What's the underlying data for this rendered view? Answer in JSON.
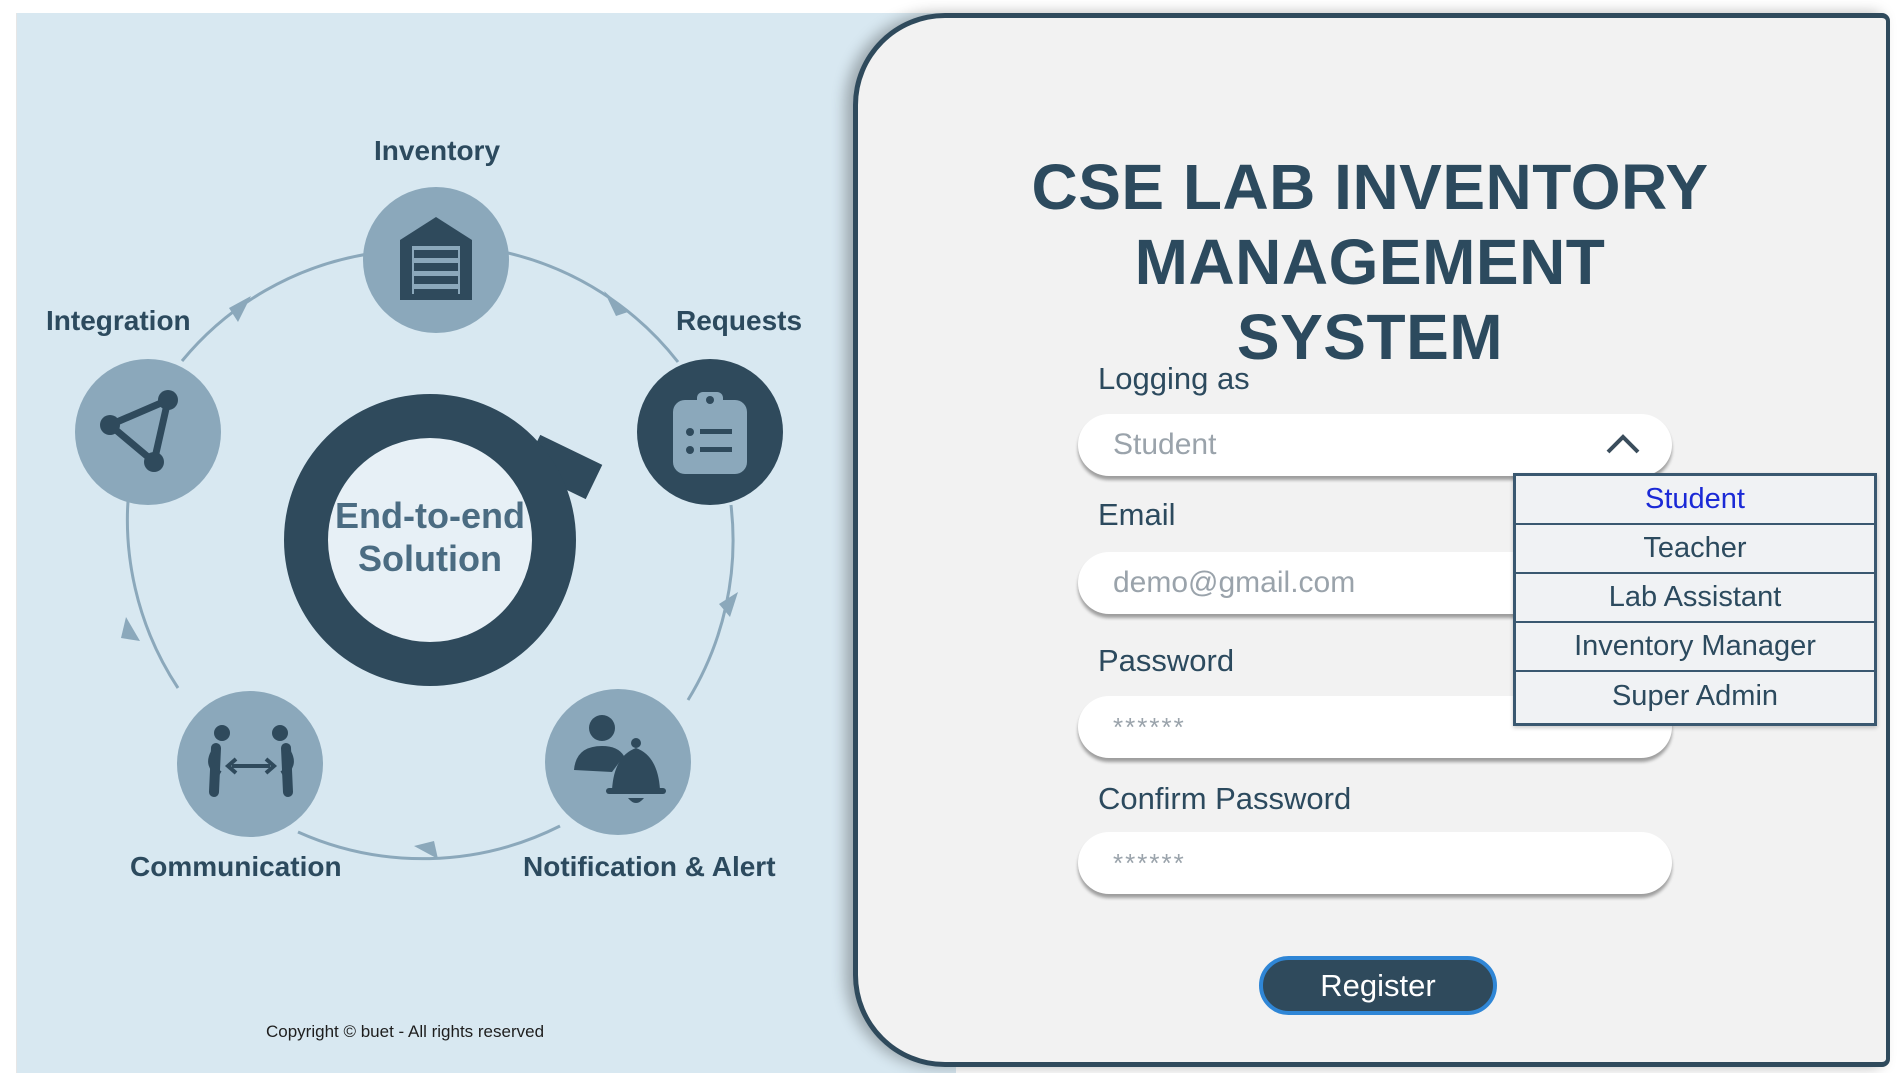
{
  "diagram": {
    "center_line1": "End-to-end",
    "center_line2": "Solution",
    "nodes": {
      "inventory": "Inventory",
      "requests": "Requests",
      "notification": "Notification & Alert",
      "communication": "Communication",
      "integration": "Integration"
    }
  },
  "footer": {
    "copyright": "Copyright © buet - All rights reserved"
  },
  "form": {
    "title_line1": "CSE LAB INVENTORY",
    "title_line2": "MANAGEMENT SYSTEM",
    "role_label": "Logging as",
    "role_value": "Student",
    "email_label": "Email",
    "email_placeholder": "demo@gmail.com",
    "password_label": "Password",
    "password_placeholder": "******",
    "confirm_label": "Confirm Password",
    "confirm_placeholder": "******",
    "register_label": "Register",
    "role_options": [
      "Student",
      "Teacher",
      "Lab Assistant",
      "Inventory Manager",
      "Super Admin"
    ]
  },
  "colors": {
    "left_background": "#d8e8f1",
    "dark_navy": "#2f4a5c",
    "node_light": "#8ba8bb",
    "selected_option": "#1a29d6",
    "register_border": "#2f86d6"
  }
}
